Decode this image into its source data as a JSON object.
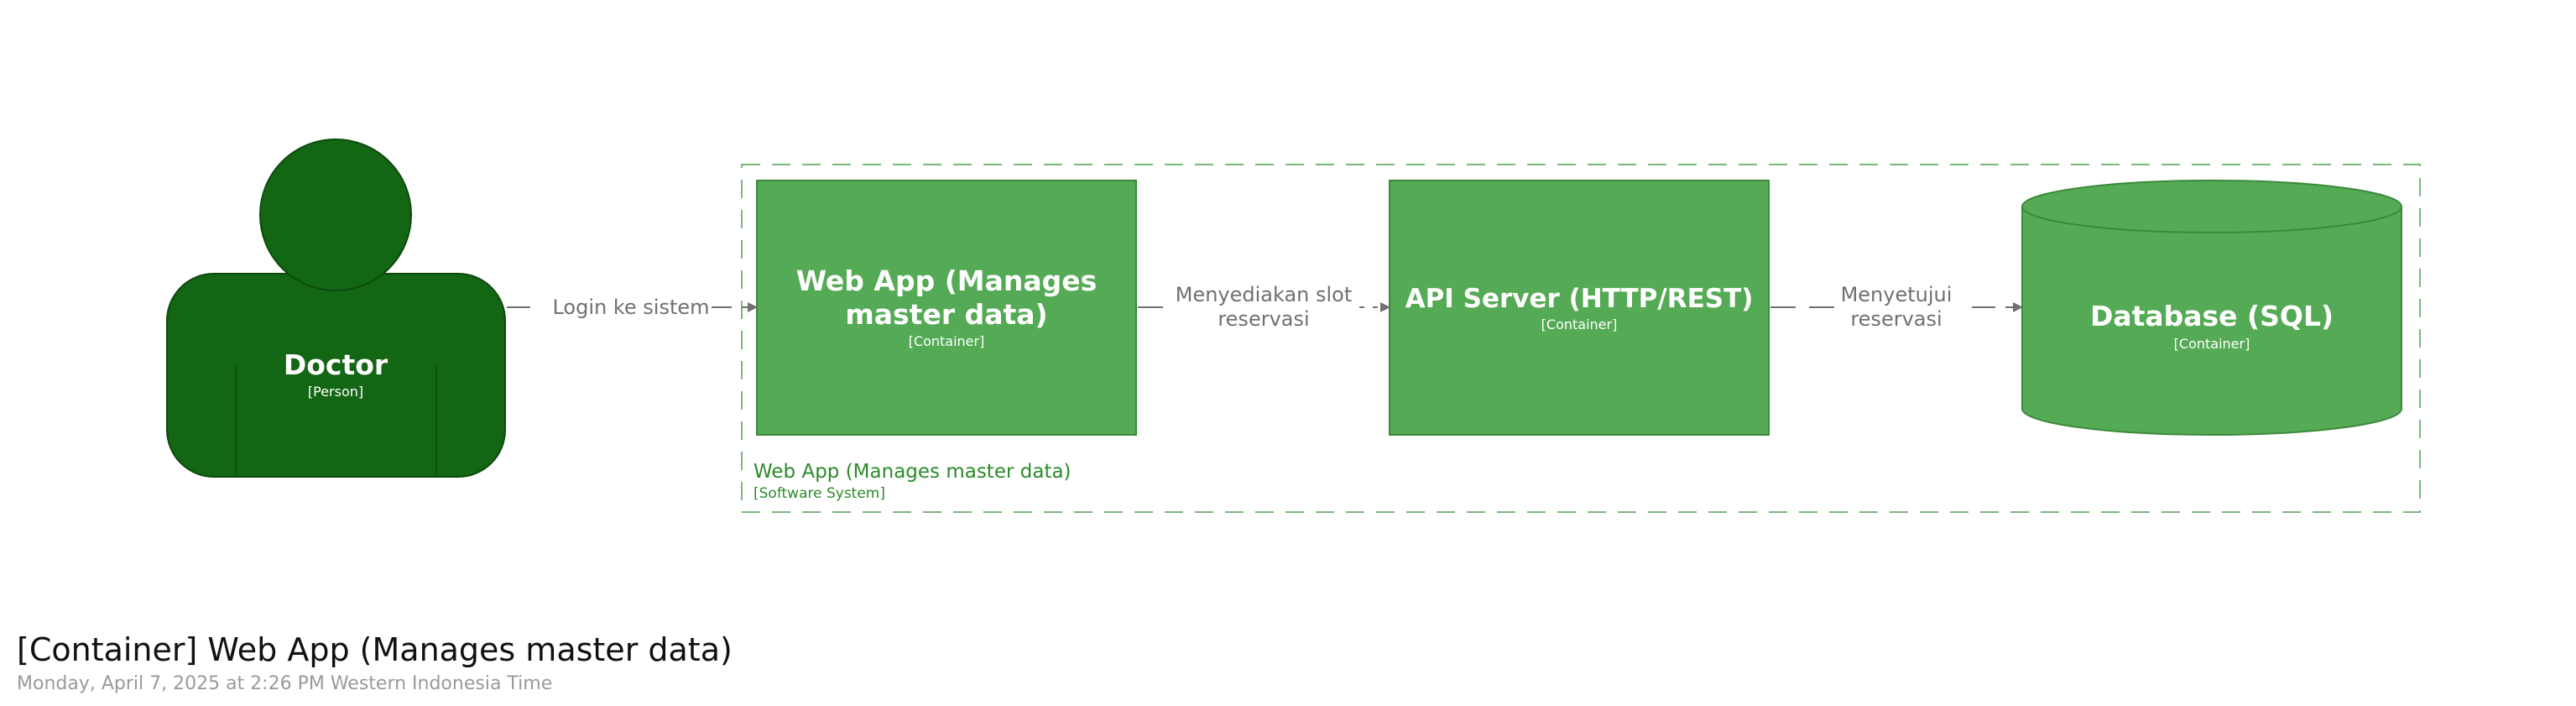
{
  "colors": {
    "person": "#136613",
    "person_stroke": "#0d4a0d",
    "container": "#55aa55",
    "container_stroke": "#3c893c",
    "boundary": "#7ab97a",
    "boundary_text": "#2b8a2b",
    "edge": "#707070",
    "edge_label": "#707070",
    "white": "#ffffff"
  },
  "elements": {
    "doctor": {
      "name": "Doctor",
      "type": "[Person]",
      "icon": "person-icon"
    },
    "webapp": {
      "name_line1": "Web App (Manages",
      "name_line2": "master data)",
      "type": "[Container]"
    },
    "api": {
      "name": "API Server (HTTP/REST)",
      "type": "[Container]"
    },
    "database": {
      "name": "Database (SQL)",
      "type": "[Container]",
      "icon": "cylinder-icon"
    }
  },
  "boundary": {
    "name": "Web App (Manages master data)",
    "type": "[Software System]"
  },
  "edges": {
    "login": {
      "label": "Login ke sistem"
    },
    "slot": {
      "label_line1": "Menyediakan slot",
      "label_line2": "reservasi"
    },
    "approve": {
      "label_line1": "Menyetujui",
      "label_line2": "reservasi"
    }
  },
  "footer": {
    "title": "[Container] Web App (Manages master data)",
    "subtitle": "Monday, April 7, 2025 at 2:26 PM Western Indonesia Time"
  }
}
